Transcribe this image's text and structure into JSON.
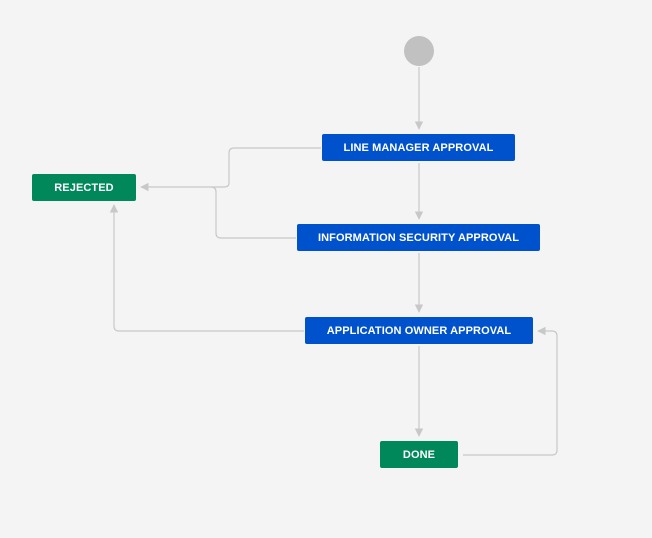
{
  "workflow": {
    "nodes": {
      "line_manager": "LINE MANAGER APPROVAL",
      "info_security": "INFORMATION SECURITY APPROVAL",
      "app_owner": "APPLICATION OWNER APPROVAL",
      "rejected": "REJECTED",
      "done": "DONE"
    },
    "colors": {
      "in_progress": "#0052cc",
      "done": "#00875a",
      "start": "#c1c1c1",
      "connector": "#c8c8c8",
      "background": "#f4f4f4"
    }
  }
}
